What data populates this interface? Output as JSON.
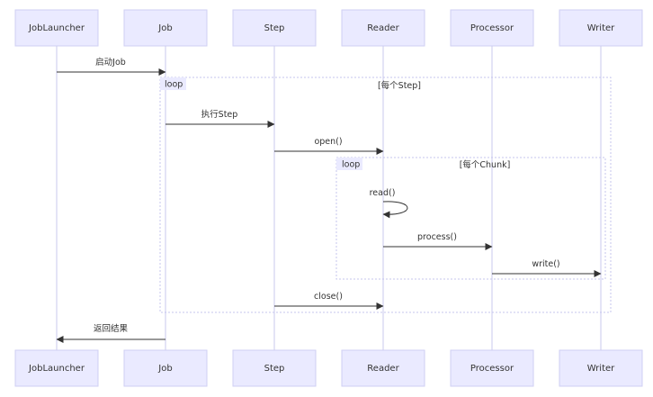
{
  "participants": [
    {
      "id": "launcher",
      "label": "JobLauncher"
    },
    {
      "id": "job",
      "label": "Job"
    },
    {
      "id": "step",
      "label": "Step"
    },
    {
      "id": "reader",
      "label": "Reader"
    },
    {
      "id": "processor",
      "label": "Processor"
    },
    {
      "id": "writer",
      "label": "Writer"
    }
  ],
  "loops": [
    {
      "tag": "loop",
      "condition": "[每个Step]"
    },
    {
      "tag": "loop",
      "condition": "[每个Chunk]"
    }
  ],
  "messages": [
    {
      "from": "launcher",
      "to": "job",
      "label": "启动Job"
    },
    {
      "from": "job",
      "to": "step",
      "label": "执行Step"
    },
    {
      "from": "step",
      "to": "reader",
      "label": "open()"
    },
    {
      "from": "reader",
      "to": "reader",
      "label": "read()"
    },
    {
      "from": "reader",
      "to": "processor",
      "label": "process()"
    },
    {
      "from": "processor",
      "to": "writer",
      "label": "write()"
    },
    {
      "from": "step",
      "to": "reader",
      "label": "close()"
    },
    {
      "from": "job",
      "to": "launcher",
      "label": "返回结果"
    }
  ]
}
